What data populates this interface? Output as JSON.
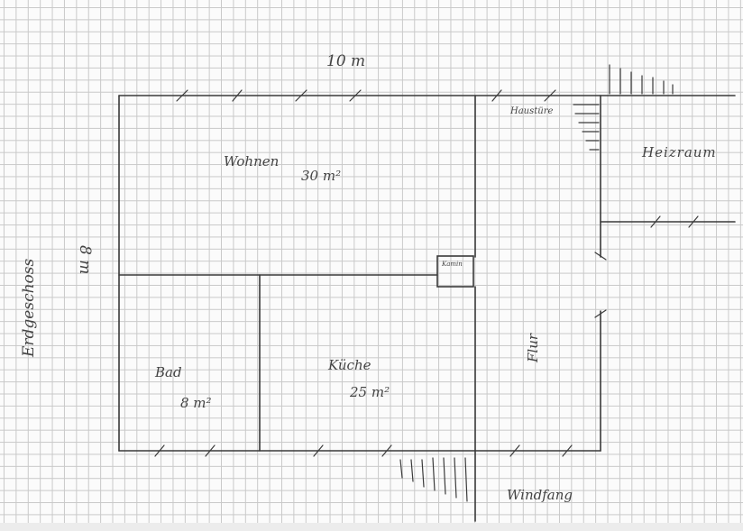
{
  "plan": {
    "width_label": "10 m",
    "height_label": "8 m",
    "floor_label": "Erdgeschoss"
  },
  "rooms": {
    "wohnen": {
      "name": "Wohnen",
      "area": "30 m²"
    },
    "bad": {
      "name": "Bad",
      "area": "8 m²"
    },
    "kueche": {
      "name": "Küche",
      "area": "25 m²"
    },
    "flur": {
      "name": "Flur"
    },
    "heizraum": {
      "name": "Heizraum"
    },
    "windfang": {
      "name": "Windfang"
    },
    "haustuer": {
      "name": "Haustüre"
    },
    "kamin": {
      "name": "Kamin"
    }
  },
  "colors": {
    "ink": "#3a3a3a",
    "grid": "#c9c9c9",
    "paper": "#fbfbfb"
  }
}
